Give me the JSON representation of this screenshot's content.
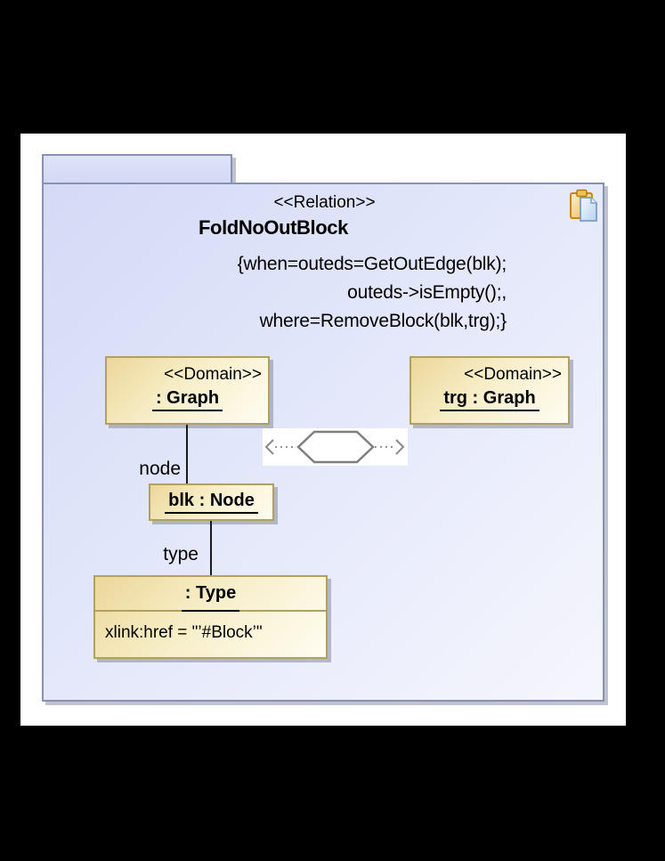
{
  "diagram": {
    "relation": {
      "stereotype": "<<Relation>>",
      "name": "FoldNoOutBlock",
      "constraint_lines": [
        "{when=outeds=GetOutEdge(blk);",
        "outeds->isEmpty();,",
        "where=RemoveBlock(blk,trg);}"
      ]
    },
    "source_domain": {
      "stereotype": "<<Domain>>",
      "name": ": Graph"
    },
    "target_domain": {
      "stereotype": "<<Domain>>",
      "name": "trg : Graph"
    },
    "node_box": {
      "name": "blk : Node"
    },
    "type_box": {
      "name": ": Type",
      "attribute": "xlink:href = \"’#Block’\""
    },
    "edge_labels": {
      "node": "node",
      "type": "type"
    },
    "icons": {
      "paste": "clipboard-with-document",
      "relation_symbol": "hexagon-with-dashed-arrows"
    }
  },
  "colors": {
    "background": "#000000",
    "canvas": "#ffffff",
    "frame_fill_start": "#d4daf6",
    "frame_fill_end": "#f5f6fd",
    "frame_border": "#8791b5",
    "box_fill_start": "#ecd79a",
    "box_fill_end": "#fffdf2",
    "box_border": "#b1a15f",
    "edge_line": "#1a1a1a",
    "text": "#000000"
  }
}
